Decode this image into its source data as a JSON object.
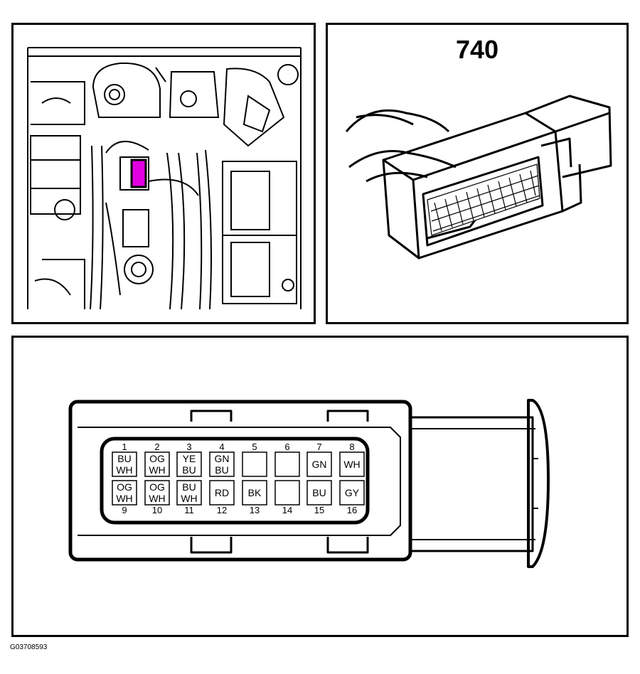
{
  "connector": {
    "number": "740",
    "highlight_color": "#e000e0",
    "pins": [
      {
        "number": "1",
        "colors": [
          "BU",
          "WH"
        ]
      },
      {
        "number": "2",
        "colors": [
          "OG",
          "WH"
        ]
      },
      {
        "number": "3",
        "colors": [
          "YE",
          "BU"
        ]
      },
      {
        "number": "4",
        "colors": [
          "GN",
          "BU"
        ]
      },
      {
        "number": "5",
        "colors": []
      },
      {
        "number": "6",
        "colors": []
      },
      {
        "number": "7",
        "colors": [
          "GN"
        ]
      },
      {
        "number": "8",
        "colors": [
          "WH"
        ]
      },
      {
        "number": "9",
        "colors": [
          "OG",
          "WH"
        ]
      },
      {
        "number": "10",
        "colors": [
          "OG",
          "WH"
        ]
      },
      {
        "number": "11",
        "colors": [
          "BU",
          "WH"
        ]
      },
      {
        "number": "12",
        "colors": [
          "RD"
        ]
      },
      {
        "number": "13",
        "colors": [
          "BK"
        ]
      },
      {
        "number": "14",
        "colors": []
      },
      {
        "number": "15",
        "colors": [
          "BU"
        ]
      },
      {
        "number": "16",
        "colors": [
          "GY"
        ]
      }
    ]
  },
  "figure_code": "G03708593"
}
